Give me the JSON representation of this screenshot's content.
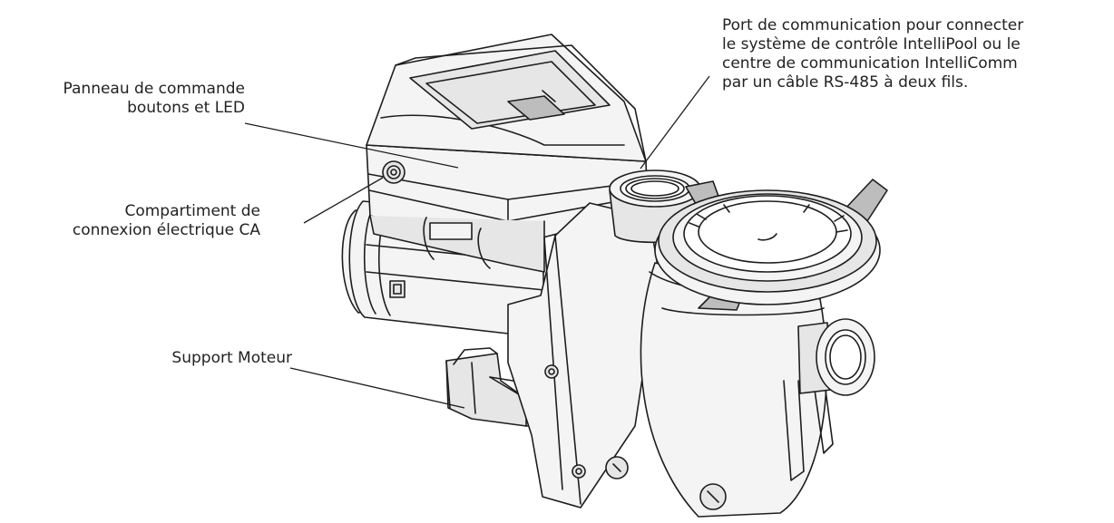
{
  "callouts": {
    "control_panel": {
      "lines": [
        "Panneau de commande",
        "boutons et LED"
      ]
    },
    "ac_compartment": {
      "lines": [
        "Compartiment de",
        "connexion électrique CA"
      ]
    },
    "motor_support": {
      "lines": [
        "Support Moteur"
      ]
    },
    "comm_port": {
      "lines": [
        "Port de communication pour connecter",
        "le système de contrôle IntelliPool ou le",
        "centre de communication IntelliComm",
        "par un câble RS-485 à deux fils."
      ]
    }
  },
  "colors": {
    "line": "#1e1e1e",
    "fill_light": "#f4f4f4",
    "fill_mid": "#e6e6e6",
    "fill_dark": "#bdbdbd",
    "text": "#222222"
  },
  "icons": {
    "drawing": "pool-pump-drawing"
  }
}
